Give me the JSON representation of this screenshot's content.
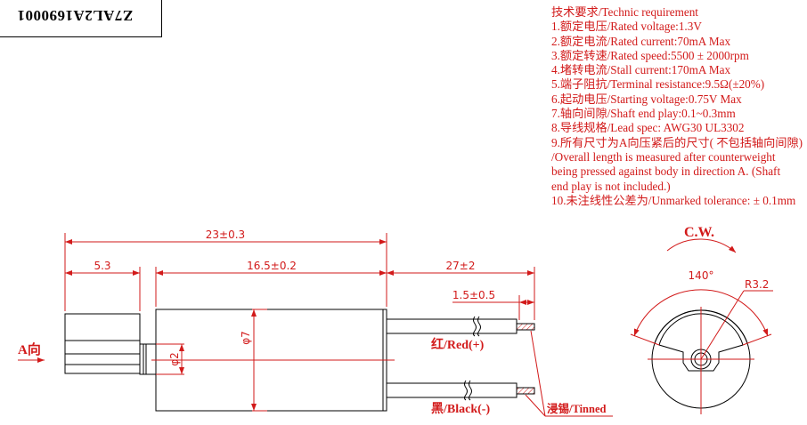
{
  "part_number": "Z7AL2A1690001",
  "specs": {
    "title": "技术要求/Technic requirement",
    "items": [
      "1.额定电压/Rated voltage:1.3V",
      "2.额定电流/Rated current:70mA Max",
      "3.额定转速/Rated speed:5500 ± 2000rpm",
      "4.堵转电流/Stall current:170mA Max",
      "5.端子阻抗/Terminal resistance:9.5Ω(±20%)",
      "6.起动电压/Starting voltage:0.75V  Max",
      "7.轴向间隙/Shaft end play:0.1~0.3mm",
      "8.导线规格/Lead spec:  AWG30 UL3302",
      "9.所有尺寸为A向压紧后的尺寸( 不包括轴向间隙)",
      "/Overall length is measured after counterweight",
      "being pressed against body in direction A. (Shaft",
      "end play is not included.)",
      "10.未注线性公差为/Unmarked tolerance: ± 0.1mm"
    ]
  },
  "dimensions": {
    "overall": "23±0.3",
    "weight": "5.3",
    "body": "16.5±0.2",
    "lead": "27±2",
    "strip": "1.5±0.5",
    "body_dia": "φ7",
    "shaft_dia": "φ2",
    "angle": "140°",
    "radius": "R3.2"
  },
  "labels": {
    "direction": "A向",
    "red": "红/Red(+)",
    "black": "黑/Black(-)",
    "tinned": "浸锡/Tinned",
    "rotation": "C.W."
  },
  "colors": {
    "annotation": "#d21a1a",
    "outline": "#000000"
  }
}
